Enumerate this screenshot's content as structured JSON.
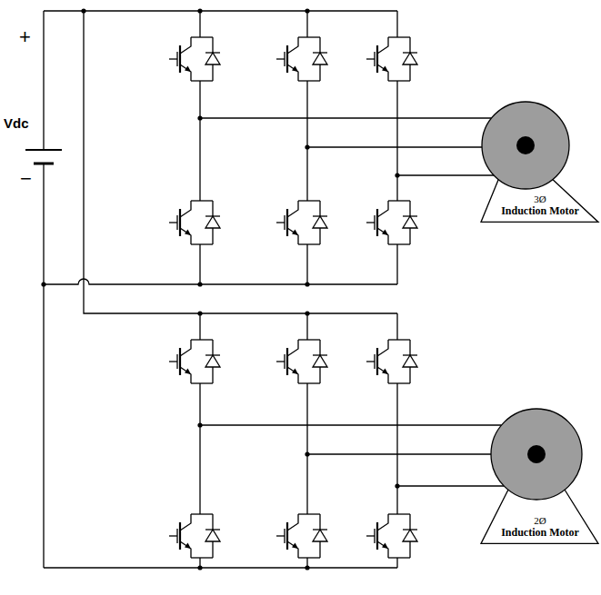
{
  "diagram": {
    "nodes": [
      {
        "text": [
          "3Ø",
          "Induction Motor"
        ]
      },
      {
        "text": [
          "2Ø",
          "Induction Motor"
        ]
      }
    ],
    "labels": [
      "+",
      "Vdc",
      "−"
    ]
  }
}
